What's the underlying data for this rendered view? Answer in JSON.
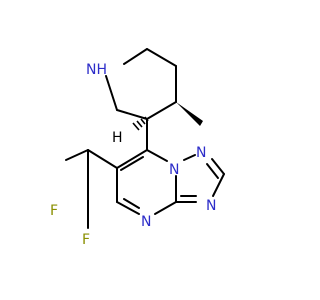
{
  "molecule": {
    "atoms": {
      "n_piperidine": "NH",
      "n_bridge": "N",
      "n_triazole_top": "N",
      "n_triazole_right": "N",
      "n_pyrimidine": "N",
      "f_left": "F",
      "f_right": "F",
      "stereo_h": "H"
    }
  },
  "colors": {
    "bond": "#000000",
    "nitrogen": "#2c2cc9",
    "fluorine": "#8a8f00",
    "hydrogen": "#000000"
  }
}
